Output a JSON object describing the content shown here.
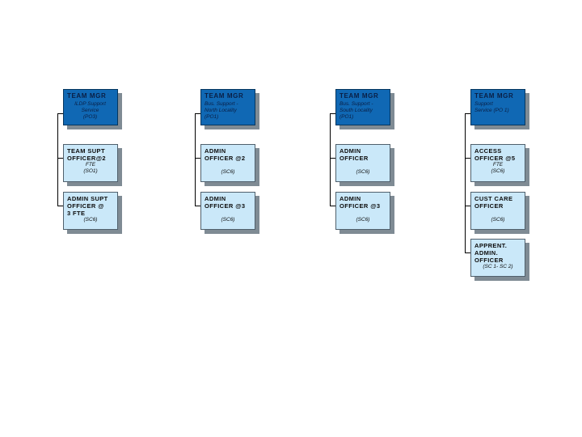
{
  "page": {
    "background": "#ffffff"
  },
  "colors": {
    "manager_fill": "#1068b4",
    "child_fill": "#cae8f9",
    "shadow": "#7f8b94",
    "line": "#000000",
    "manager_text": "#0a1f45",
    "child_text": "#0c0c0c"
  },
  "org_chart": {
    "columns": [
      {
        "manager": {
          "title": "TEAM MGR",
          "subtitle_lines": [
            "ILDP Support",
            "Service",
            "(PO3)"
          ]
        },
        "children": [
          {
            "title_lines": [
              "TEAM SUPT",
              "OFFICER@2"
            ],
            "mid": "FTE",
            "grade": "(SO1)"
          },
          {
            "title_lines": [
              "ADMIN SUPT",
              "OFFICER @",
              "3 FTE"
            ],
            "grade": "(SC6)"
          }
        ]
      },
      {
        "manager": {
          "title": "TEAM MGR",
          "subtitle_lines": [
            "Bus. Support -",
            "North Locality",
            "(PO1)"
          ]
        },
        "children": [
          {
            "title_lines": [
              "ADMIN",
              "OFFICER @2"
            ],
            "grade": "(SC6)"
          },
          {
            "title_lines": [
              "ADMIN",
              "OFFICER @3"
            ],
            "grade": "(SC6)"
          }
        ]
      },
      {
        "manager": {
          "title": "TEAM MGR",
          "subtitle_lines": [
            "Bus. Support -",
            "South Locality",
            "(PO1)"
          ]
        },
        "children": [
          {
            "title_lines": [
              "ADMIN",
              "OFFICER"
            ],
            "grade": "(SC6)"
          },
          {
            "title_lines": [
              "ADMIN",
              "OFFICER @3"
            ],
            "grade": "(SC6)"
          }
        ]
      },
      {
        "manager": {
          "title": "TEAM MGR",
          "subtitle_lines": [
            "Support",
            "Service (PO 1)"
          ]
        },
        "children": [
          {
            "title_lines": [
              "ACCESS",
              "OFFICER @5"
            ],
            "mid": "FTE",
            "grade": "(SC6)"
          },
          {
            "title_lines": [
              "CUST CARE",
              "OFFICER"
            ],
            "grade": "(SC6)"
          },
          {
            "title_lines": [
              "APPRENT.",
              "ADMIN.",
              "OFFICER"
            ],
            "grade": "(SC 1- SC 2)"
          }
        ]
      }
    ]
  }
}
